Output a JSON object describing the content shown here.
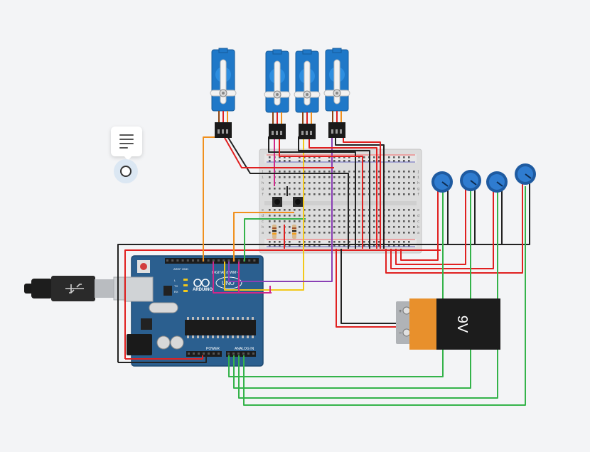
{
  "arduino": {
    "brand_label": "ARDUINO",
    "model_label": "UNO",
    "digital_label": "DIGITAL (PWM~)",
    "power_label": "POWER",
    "analog_label": "ANALOG IN",
    "aref_label": "AREF",
    "gnd_label": "GND",
    "tx_label": "TX",
    "rx_label": "RX",
    "led_l_label": "L"
  },
  "battery": {
    "voltage_label": "9V",
    "plus_label": "+",
    "minus_label": "−"
  },
  "breadboard": {
    "row_labels": [
      "j",
      "i",
      "h",
      "g",
      "f",
      "e",
      "d",
      "c",
      "b",
      "a"
    ]
  },
  "colors": {
    "background": "#f3f4f6",
    "servo_blue": "#1f78c8",
    "arduino_blue": "#2b5f8f",
    "wire_red": "#e02020",
    "wire_black": "#222222",
    "wire_orange": "#f0901e",
    "wire_yellow": "#f2c81a",
    "wire_purple": "#8a3fb5",
    "wire_magenta": "#d0288a",
    "wire_green": "#34b34a",
    "battery_orange": "#e8902c"
  },
  "icons": {
    "note": "note-icon",
    "anchor": "note-anchor-icon"
  }
}
